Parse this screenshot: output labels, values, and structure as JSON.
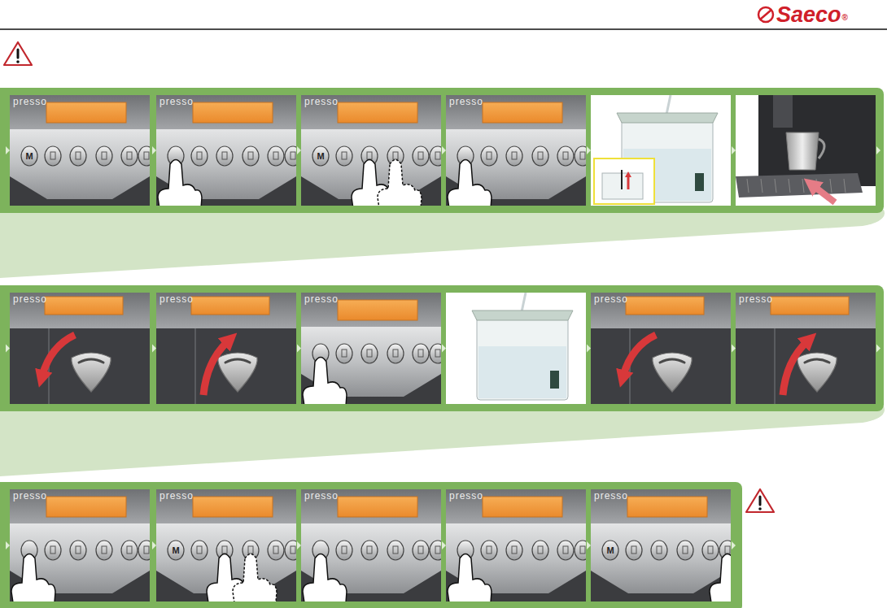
{
  "diagram": {
    "labels": [
      "Saeco",
      "®",
      "presso",
      "M",
      "presso",
      "presso",
      "M",
      "presso",
      "presso",
      "presso",
      "presso",
      "presso",
      "presso",
      "presso",
      "presso",
      "M",
      "presso",
      "presso",
      "presso",
      "M"
    ]
  }
}
